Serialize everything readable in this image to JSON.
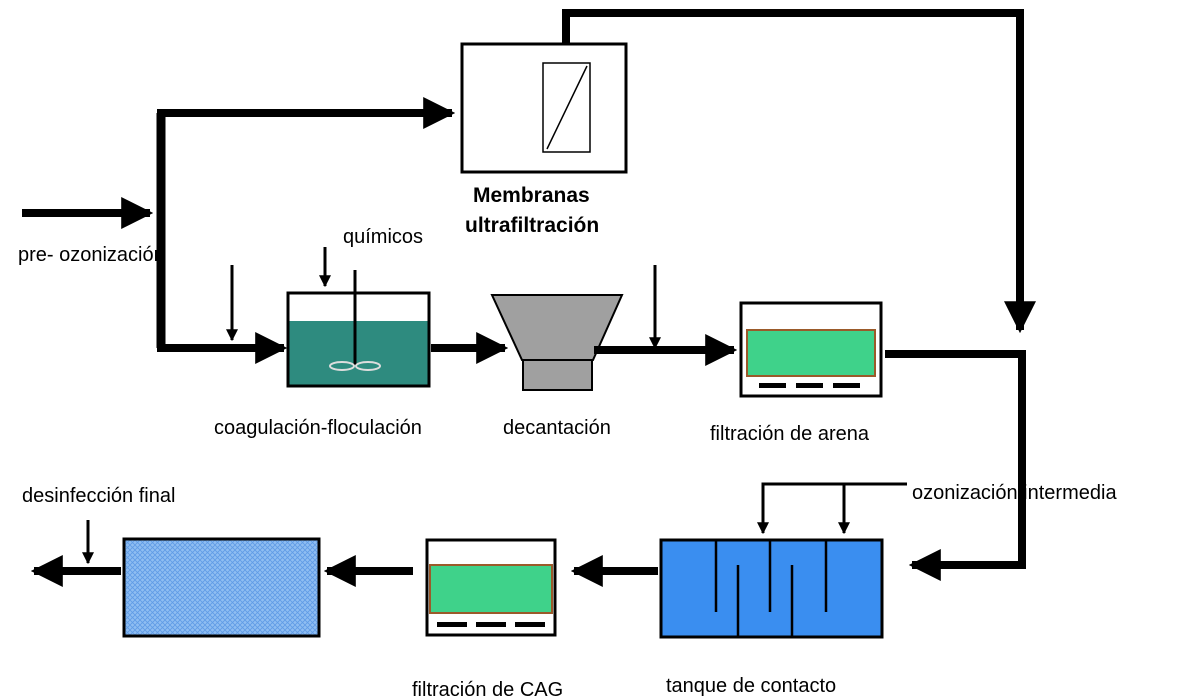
{
  "labels": {
    "membranas_1": "Membranas",
    "membranas_2": "ultrafiltración",
    "quimicos": "químicos",
    "pre_ozonizacion": "pre- ozonización",
    "coagulacion": "coagulación-floculación",
    "decantacion": "decantación",
    "filtracion_arena": "filtración de arena",
    "ozonizacion_intermedia": "ozonización intermedia",
    "desinfeccion_final": "desinfección final",
    "filtracion_cag": "filtración de CAG",
    "tanque_contacto": "tanque de contacto"
  },
  "colors": {
    "line": "#000000",
    "water_teal": "#2e8b7f",
    "sand_green": "#3fd28a",
    "sand_border": "#9b5a2a",
    "contact_blue": "#3a8ef0",
    "mesh_blue": "#7fb3ef",
    "decanter_gray": "#a0a0a0",
    "box_fill": "#ffffff"
  }
}
